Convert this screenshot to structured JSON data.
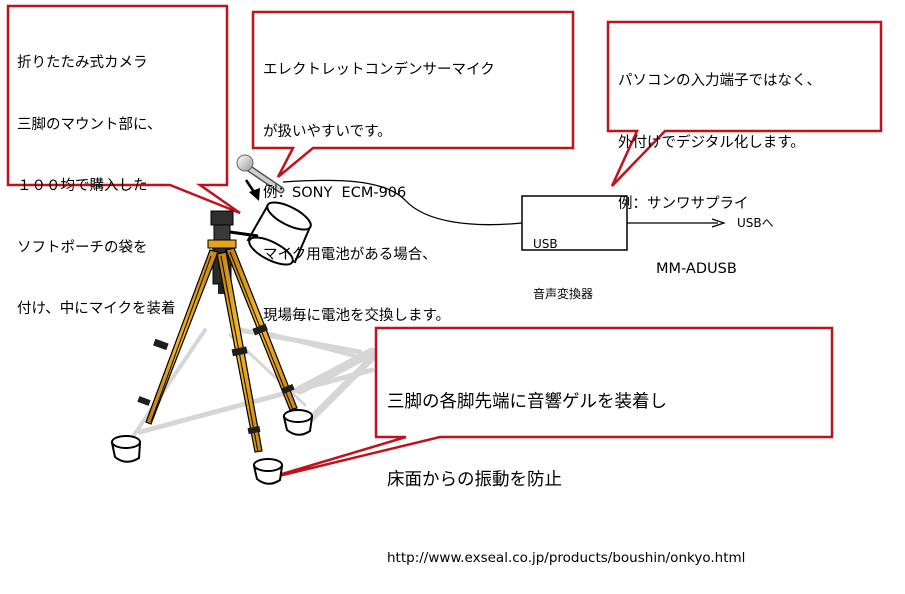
{
  "callouts": {
    "camera": {
      "lines": [
        "折りたたみ式カメラ",
        "三脚のマウント部に、",
        "１００均で購入した",
        "ソフトポーチの袋を",
        "付け、中にマイクを装着"
      ]
    },
    "mic": {
      "lines": [
        "エレクトレットコンデンサーマイク",
        "が扱いやすいです。",
        "例：SONY  ECM-906",
        "マイク用電池がある場合、",
        "現場毎に電池を交換します。"
      ]
    },
    "pc": {
      "lines": [
        "パソコンの入力端子ではなく、",
        "外付けでデジタル化します。",
        "例：サンワサプライ",
        "MM-ADUSB"
      ]
    },
    "gel": {
      "lines": [
        "三脚の各脚先端に音響ゲルを装着し",
        "床面からの振動を防止"
      ],
      "url": "http://www.exseal.co.jp/products/boushin/onkyo.html"
    }
  },
  "converter": {
    "line1": "USB",
    "line2": "音声変換器"
  },
  "output_label": "USBへ",
  "colors": {
    "callout_border": "#c0121c",
    "tripod_leg": "#e8a418",
    "tripod_dark": "#1e1e1e",
    "tripod_head": "#2f2f2f",
    "shadow": "#d4d4d4"
  }
}
